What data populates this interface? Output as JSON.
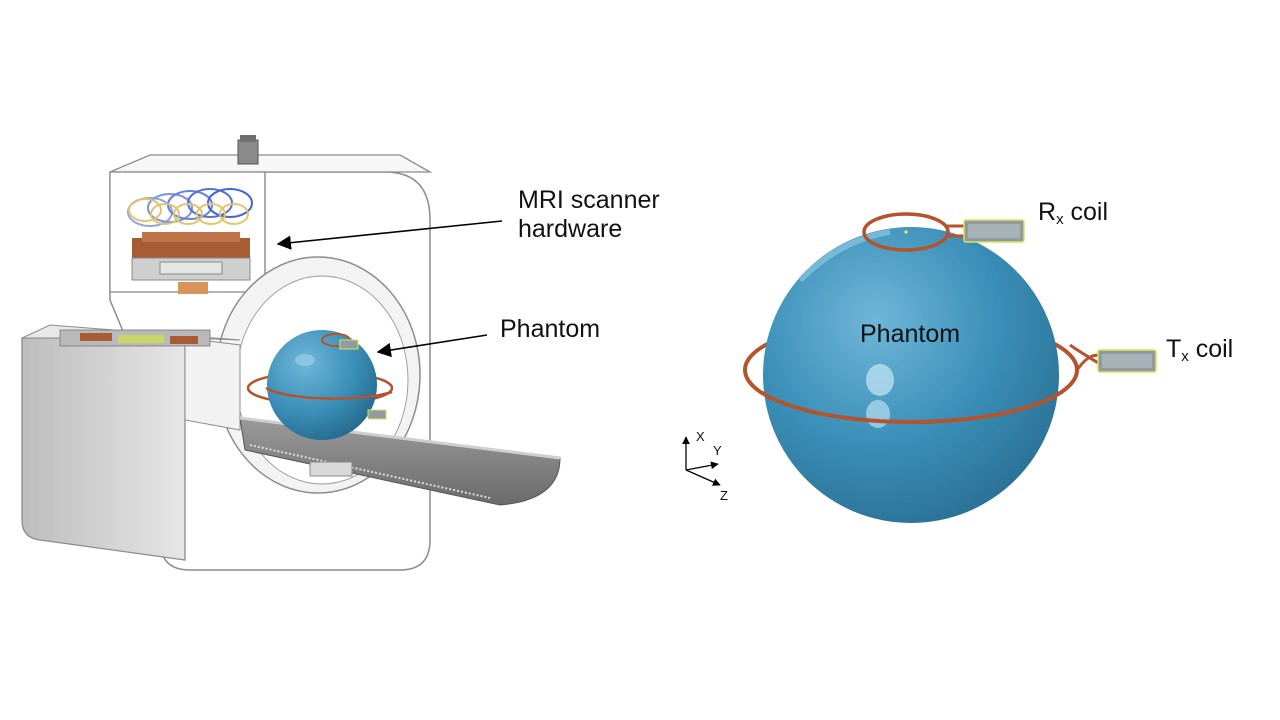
{
  "labels": {
    "mri_hardware_line1": "MRI scanner",
    "mri_hardware_line2": "hardware",
    "phantom_left": "Phantom",
    "phantom_center": "Phantom",
    "rx_main": "R",
    "rx_sub": "x",
    "rx_suffix": " coil",
    "tx_main": "T",
    "tx_sub": "x",
    "tx_suffix": " coil"
  },
  "axes": {
    "x": "X",
    "y": "Y",
    "z": "Z"
  },
  "colors": {
    "phantom": "#3a8fb8",
    "coil": "#b5532c",
    "connector": "#8f9aa3",
    "connector_edge": "#d8e64a",
    "scanner_fill": "#ffffff",
    "scanner_shade": "#d9d9d9",
    "bed": "#8a8a8a"
  }
}
